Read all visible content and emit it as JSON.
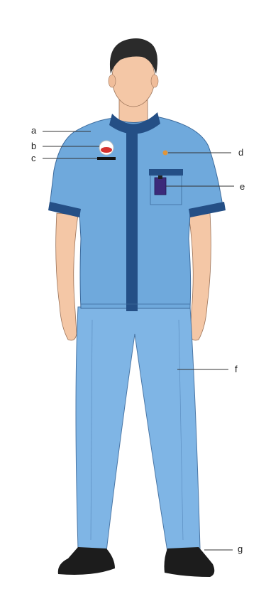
{
  "labels": {
    "a": "a",
    "b": "b",
    "c": "c",
    "d": "d",
    "e": "e",
    "f": "f",
    "g": "g"
  },
  "colors": {
    "shirt": "#6fa9dc",
    "trim": "#244f86",
    "skin": "#f4c7a6",
    "hair": "#2b2b2b",
    "pants": "#7fb5e5",
    "shoes": "#1c1c1c",
    "id_card": "#3b2a7a",
    "pin": "#e0953b",
    "name_bar": "#111111"
  }
}
